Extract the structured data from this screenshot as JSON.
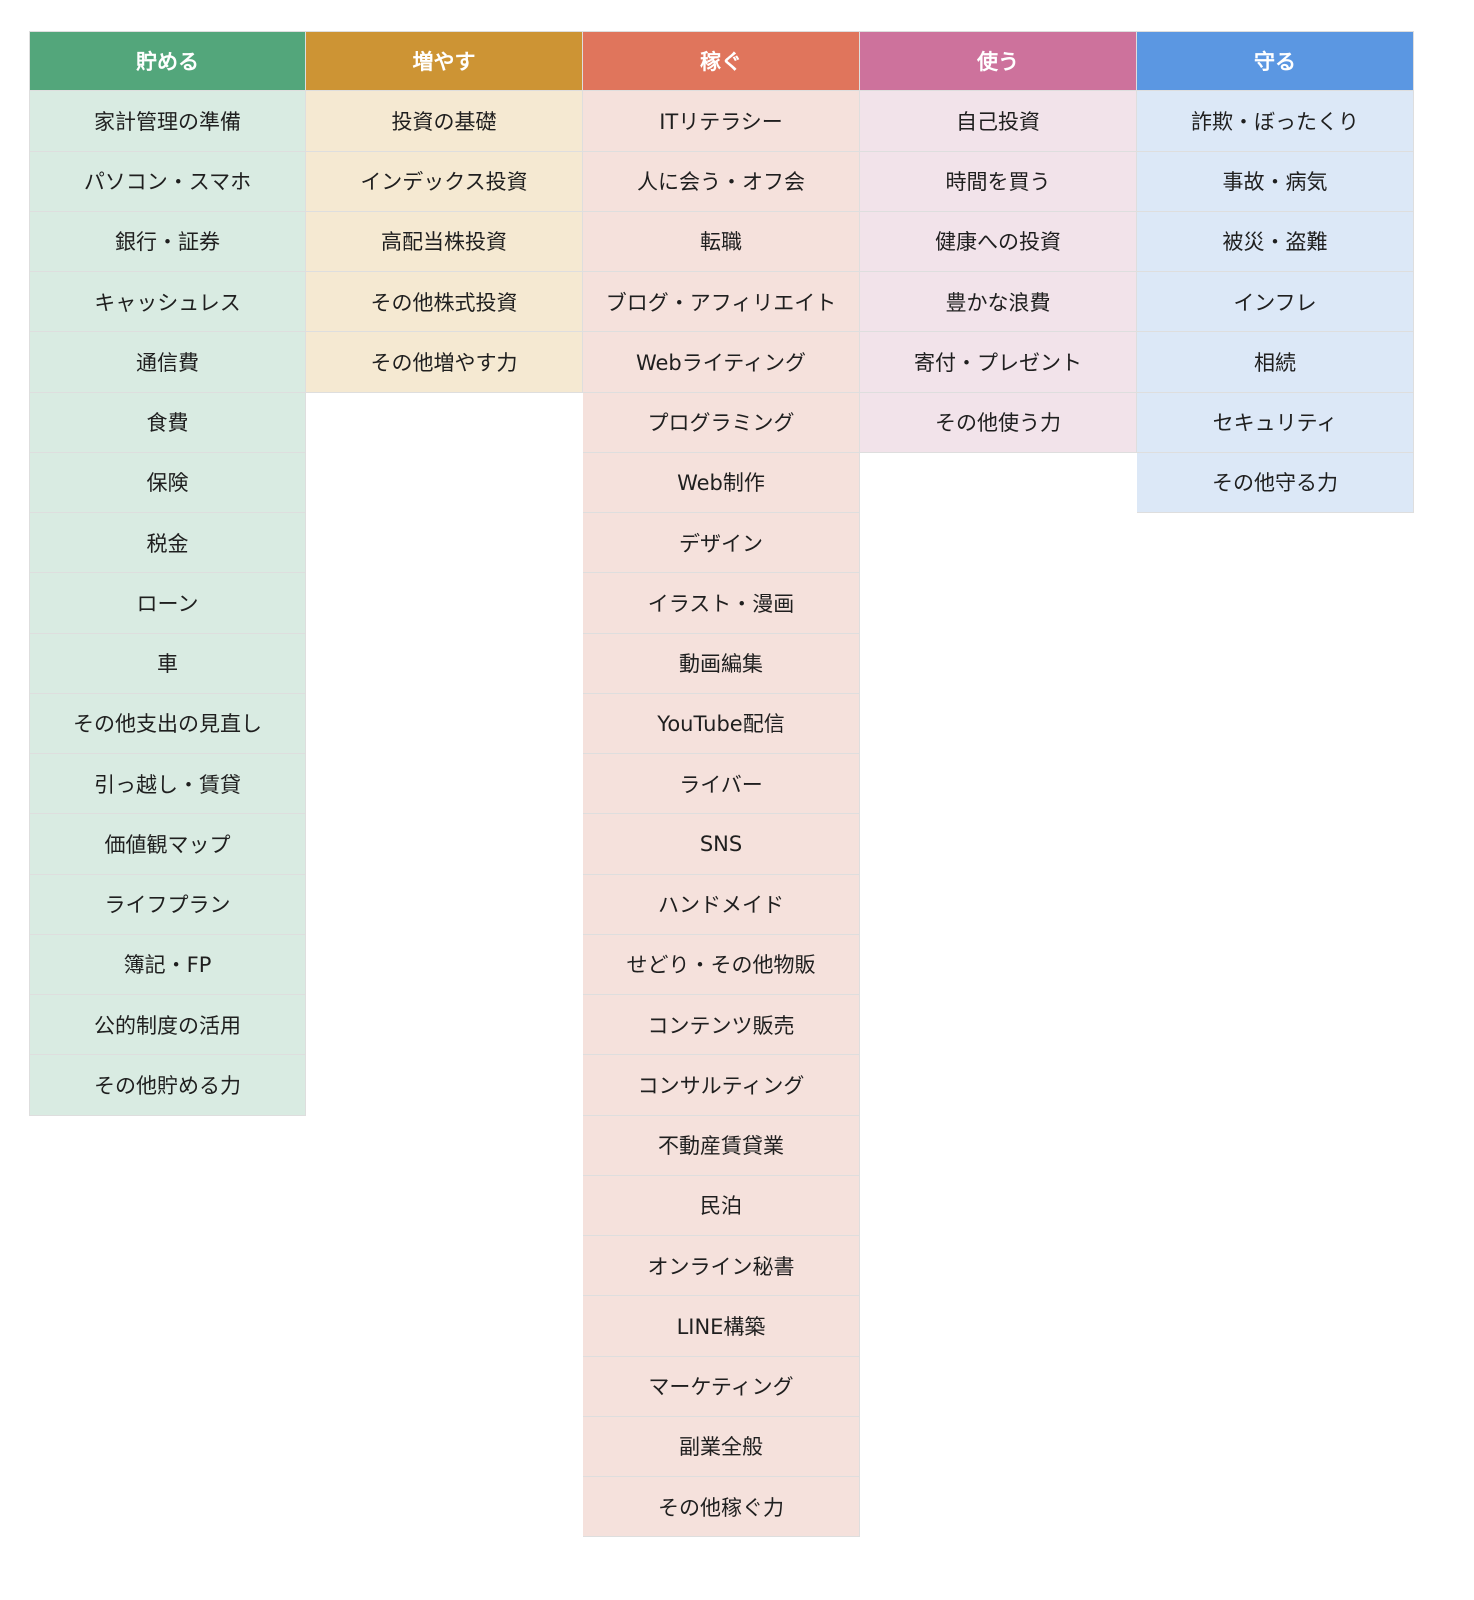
{
  "columns": [
    {
      "title": "貯める",
      "header_color": "#53a67b",
      "cell_color": "#d9ebe2",
      "items": [
        "家計管理の準備",
        "パソコン・スマホ",
        "銀行・証券",
        "キャッシュレス",
        "通信費",
        "食費",
        "保険",
        "税金",
        "ローン",
        "車",
        "その他支出の見直し",
        "引っ越し・賃貸",
        "価値観マップ",
        "ライフプラン",
        "簿記・FP",
        "公的制度の活用",
        "その他貯める力"
      ]
    },
    {
      "title": "増やす",
      "header_color": "#cd9434",
      "cell_color": "#f5e9d2",
      "items": [
        "投資の基礎",
        "インデックス投資",
        "高配当株投資",
        "その他株式投資",
        "その他増やす力"
      ]
    },
    {
      "title": "稼ぐ",
      "header_color": "#e0755c",
      "cell_color": "#f5e1dc",
      "items": [
        "ITリテラシー",
        "人に会う・オフ会",
        "転職",
        "ブログ・アフィリエイト",
        "Webライティング",
        "プログラミング",
        "Web制作",
        "デザイン",
        "イラスト・漫画",
        "動画編集",
        "YouTube配信",
        "ライバー",
        "SNS",
        "ハンドメイド",
        "せどり・その他物販",
        "コンテンツ販売",
        "コンサルティング",
        "不動産賃貸業",
        "民泊",
        "オンライン秘書",
        "LINE構築",
        "マーケティング",
        "副業全般",
        "その他稼ぐ力"
      ]
    },
    {
      "title": "使う",
      "header_color": "#cd729c",
      "cell_color": "#f2e3ea",
      "items": [
        "自己投資",
        "時間を買う",
        "健康への投資",
        "豊かな浪費",
        "寄付・プレゼント",
        "その他使う力"
      ]
    },
    {
      "title": "守る",
      "header_color": "#5b97e2",
      "cell_color": "#dce8f7",
      "items": [
        "詐欺・ぼったくり",
        "事故・病気",
        "被災・盗難",
        "インフレ",
        "相続",
        "セキュリティ",
        "その他守る力"
      ]
    }
  ]
}
